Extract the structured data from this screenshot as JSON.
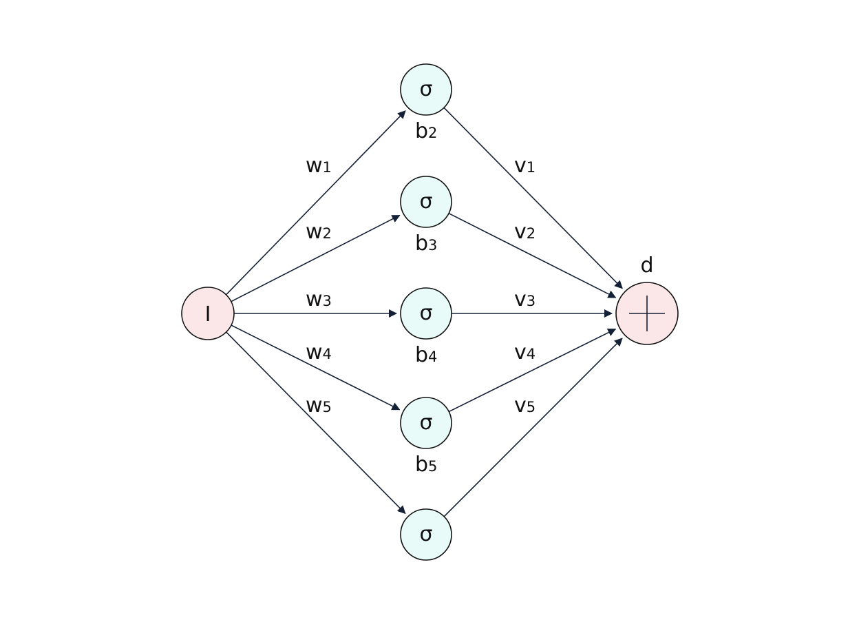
{
  "diagram": {
    "input_node": {
      "label": "I",
      "fill": "#fbe6e8"
    },
    "output_node": {
      "label": "d",
      "symbol": "plus",
      "fill": "#fbe6e8"
    },
    "hidden_nodes": [
      {
        "label": "σ",
        "bias": {
          "base": "b",
          "sub": "2"
        }
      },
      {
        "label": "σ",
        "bias": {
          "base": "b",
          "sub": "3"
        }
      },
      {
        "label": "σ",
        "bias": {
          "base": "b",
          "sub": "4"
        }
      },
      {
        "label": "σ",
        "bias": {
          "base": "b",
          "sub": "5"
        }
      },
      {
        "label": "σ",
        "bias": null
      }
    ],
    "hidden_fill": "#e8fbf9",
    "edge_color": "#142036",
    "input_weights": [
      {
        "base": "w",
        "sub": "1"
      },
      {
        "base": "w",
        "sub": "2"
      },
      {
        "base": "w",
        "sub": "3"
      },
      {
        "base": "w",
        "sub": "4"
      },
      {
        "base": "w",
        "sub": "5"
      }
    ],
    "output_weights": [
      {
        "base": "v",
        "sub": "1"
      },
      {
        "base": "v",
        "sub": "2"
      },
      {
        "base": "v",
        "sub": "3"
      },
      {
        "base": "v",
        "sub": "4"
      },
      {
        "base": "v",
        "sub": "5"
      }
    ]
  }
}
